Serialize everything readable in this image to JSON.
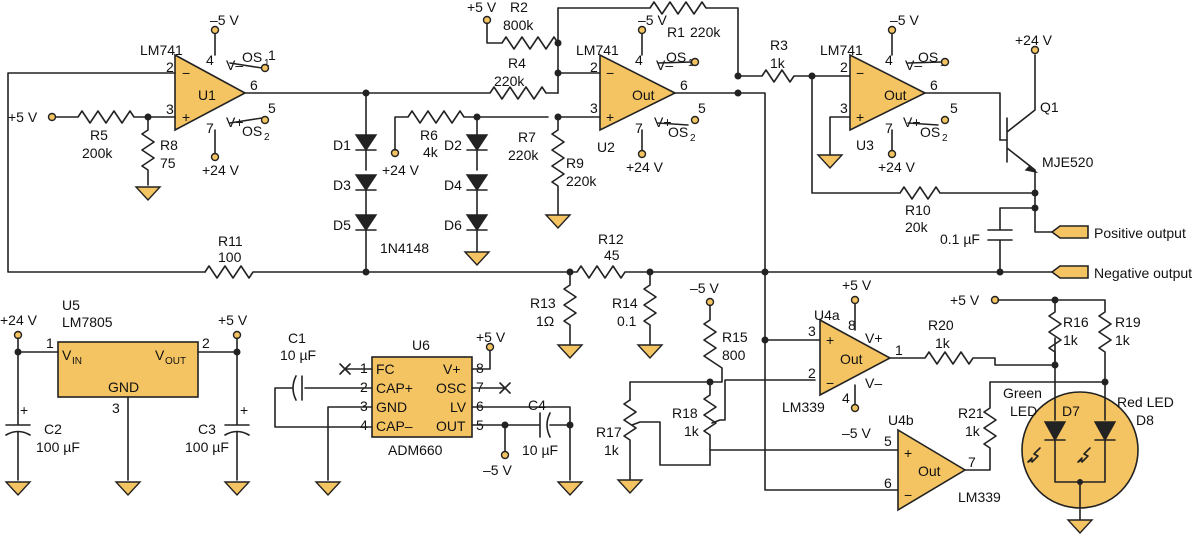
{
  "chips": {
    "u1": {
      "ref": "U1",
      "part": "LM741"
    },
    "u2": {
      "ref": "U2",
      "part": "LM741",
      "out": "Out"
    },
    "u3": {
      "ref": "U3",
      "part": "LM741",
      "out": "Out"
    },
    "u4a": {
      "ref": "U4a",
      "part": "LM339",
      "out": "Out",
      "vp": "V+",
      "vm": "V–"
    },
    "u4b": {
      "ref": "U4b",
      "part": "LM339",
      "out": "Out"
    },
    "u5": {
      "ref": "U5",
      "part": "LM7805",
      "vin": "V",
      "vin_sub": "IN",
      "vout": "V",
      "vout_sub": "OUT",
      "gnd": "GND"
    },
    "u6": {
      "ref": "U6",
      "part": "ADM660",
      "pins_left": [
        "FC",
        "CAP+",
        "GND",
        "CAP–"
      ],
      "pins_right": [
        "V+",
        "OSC",
        "LV",
        "OUT"
      ]
    },
    "q1": {
      "ref": "Q1",
      "part": "MJE520"
    }
  },
  "pin_numbers": {
    "p1": "1",
    "p2": "2",
    "p3": "3",
    "p4": "4",
    "p5": "5",
    "p6": "6",
    "p7": "7",
    "p8": "8"
  },
  "misc": {
    "vm": "V–",
    "vp": "V+",
    "os": "OS",
    "sub1": "1",
    "sub2": "2",
    "plus": "+",
    "minus": "−"
  },
  "supplies": {
    "p5": "+5 V",
    "m5": "–5 V",
    "p24": "+24 V"
  },
  "resistors": {
    "r1": {
      "ref": "R1",
      "val": "220k"
    },
    "r2": {
      "ref": "R2",
      "val": "800k"
    },
    "r3": {
      "ref": "R3",
      "val": "1k"
    },
    "r4": {
      "ref": "R4",
      "val": "220k"
    },
    "r5": {
      "ref": "R5",
      "val": "200k"
    },
    "r6": {
      "ref": "R6",
      "val": "4k"
    },
    "r7": {
      "ref": "R7",
      "val": "220k"
    },
    "r8": {
      "ref": "R8",
      "val": "75"
    },
    "r9": {
      "ref": "R9",
      "val": "220k"
    },
    "r10": {
      "ref": "R10",
      "val": "20k"
    },
    "r11": {
      "ref": "R11",
      "val": "100"
    },
    "r12": {
      "ref": "R12",
      "val": "45"
    },
    "r13": {
      "ref": "R13",
      "val": "1Ω"
    },
    "r14": {
      "ref": "R14",
      "val": "0.1"
    },
    "r15": {
      "ref": "R15",
      "val": "800"
    },
    "r16": {
      "ref": "R16",
      "val": "1k"
    },
    "r17": {
      "ref": "R17",
      "val": "1k"
    },
    "r18": {
      "ref": "R18",
      "val": "1k"
    },
    "r19": {
      "ref": "R19",
      "val": "1k"
    },
    "r20": {
      "ref": "R20",
      "val": "1k"
    },
    "r21": {
      "ref": "R21",
      "val": "1k"
    }
  },
  "capacitors": {
    "c0": {
      "val": "0.1 µF"
    },
    "c1": {
      "ref": "C1",
      "val": "10 µF"
    },
    "c2": {
      "ref": "C2",
      "val": "100 µF"
    },
    "c3": {
      "ref": "C3",
      "val": "100 µF"
    },
    "c4": {
      "ref": "C4",
      "val": "10 µF"
    }
  },
  "diodes": {
    "d1": "D1",
    "d2": "D2",
    "d3": "D3",
    "d4": "D4",
    "d5": "D5",
    "d6": "D6",
    "part": "1N4148",
    "d7": "D7",
    "d8": "D8",
    "green_1": "Green",
    "green_2": "LED",
    "red": "Red LED"
  },
  "outputs": {
    "positive": "Positive output",
    "negative": "Negative output"
  }
}
